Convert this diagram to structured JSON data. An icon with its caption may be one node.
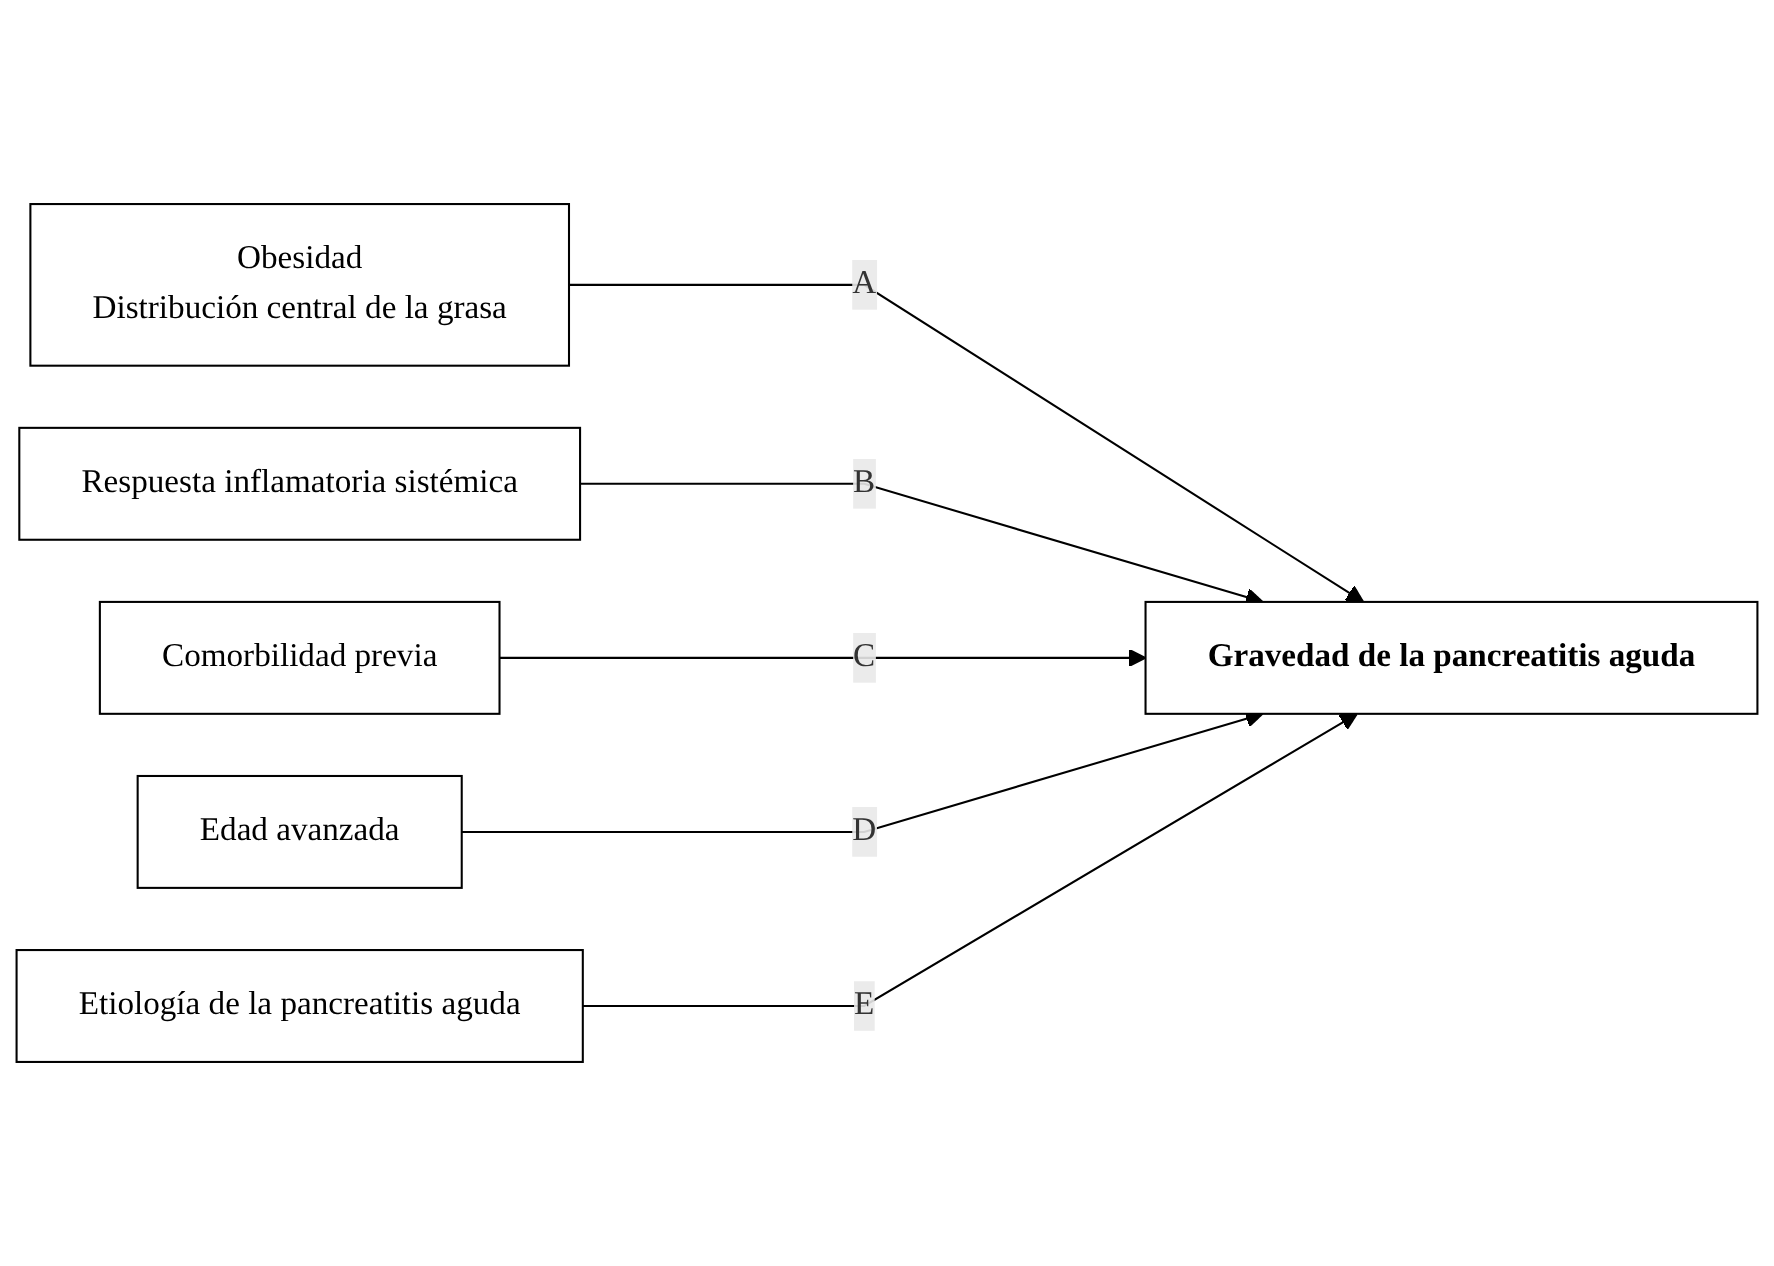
{
  "diagram": {
    "nodes": [
      {
        "text": [
          "Obesidad",
          "Distribución central de la grasa"
        ]
      },
      {
        "text": [
          "Respuesta inflamatoria sistémica"
        ]
      },
      {
        "text": [
          "Comorbilidad previa"
        ]
      },
      {
        "text": [
          "Edad avanzada"
        ]
      },
      {
        "text": [
          "Etiología de la pancreatitis aguda"
        ]
      },
      {
        "text": [
          "Gravedad de la pancreatitis aguda"
        ]
      }
    ],
    "edges": [
      {
        "from": 0,
        "to": 5,
        "arrow": "to",
        "label": "A"
      },
      {
        "from": 1,
        "to": 5,
        "arrow": "to",
        "label": "B"
      },
      {
        "from": 2,
        "to": 5,
        "arrow": "to",
        "label": "C"
      },
      {
        "from": 3,
        "to": 5,
        "arrow": "to",
        "label": "D"
      },
      {
        "from": 4,
        "to": 5,
        "arrow": "to",
        "label": "E"
      }
    ]
  }
}
